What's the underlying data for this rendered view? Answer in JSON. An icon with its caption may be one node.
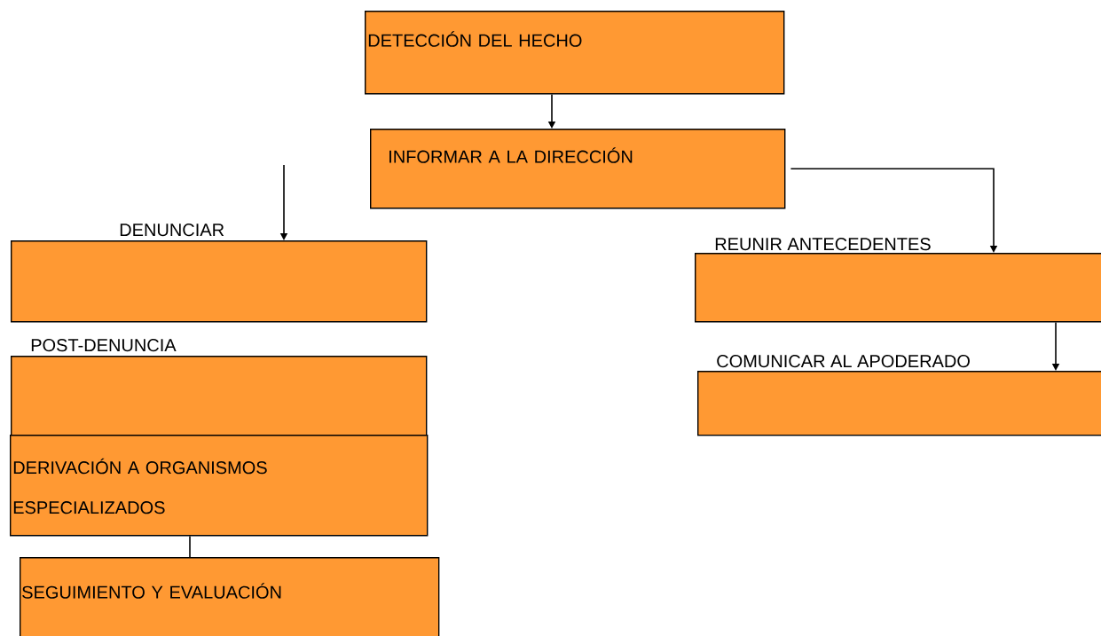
{
  "diagram": {
    "nodes": [
      {
        "text": [
          "DETECCIÓN DEL HECHO"
        ]
      },
      {
        "text": [
          "INFORMAR A LA DIRECCIÓN"
        ]
      },
      {
        "text": [
          "DENUNCIAR"
        ]
      },
      {
        "text": [
          "POST-DENUNCIA"
        ]
      },
      {
        "text": [
          "DERIVACIÓN A ORGANISMOS ESPECIALIZADOS"
        ]
      },
      {
        "text": [
          "SEGUIMIENTO Y EVALUACIÓN"
        ]
      },
      {
        "text": [
          "REUNIR ANTECEDENTES"
        ]
      },
      {
        "text": [
          "COMUNICAR AL APODERADO"
        ]
      }
    ],
    "edges": [
      {
        "from": 0,
        "to": 1,
        "arrow": "to"
      },
      {
        "from": null,
        "to": 2,
        "arrow": "to"
      },
      {
        "from": 1,
        "to": 6,
        "arrow": "to"
      },
      {
        "from": 6,
        "to": 7,
        "arrow": "to"
      },
      {
        "from": 4,
        "to": 5,
        "arrow": "none"
      }
    ]
  }
}
